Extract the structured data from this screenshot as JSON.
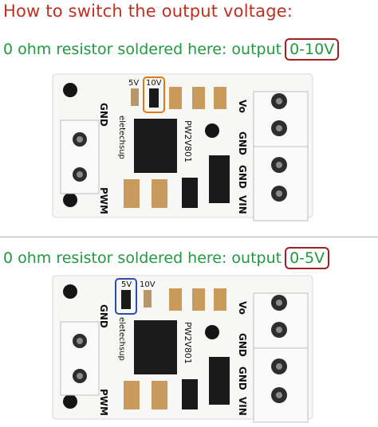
{
  "title": "How to switch the output voltage:",
  "colors": {
    "title": "#c03020",
    "caption": "#1f9a3e",
    "box_outline": "#a02020",
    "board": "#f7f7f5",
    "highlight_10v": "#e07a10",
    "highlight_5v": "#2a4fa8"
  },
  "sections": [
    {
      "caption_text": "0 ohm resistor soldered here: output",
      "caption_value": "0-10V",
      "selected_jumper": "10V"
    },
    {
      "caption_text": "0 ohm resistor soldered here: output",
      "caption_value": "0-5V",
      "selected_jumper": "5V"
    }
  ],
  "board_labels": {
    "gnd": "GND",
    "pwm": "PWM",
    "vo": "Vo",
    "vin": "VIN",
    "jumper_5v": "5V",
    "jumper_10v": "10V",
    "chip_name": "PW2V801",
    "brand": "eletechsup"
  }
}
